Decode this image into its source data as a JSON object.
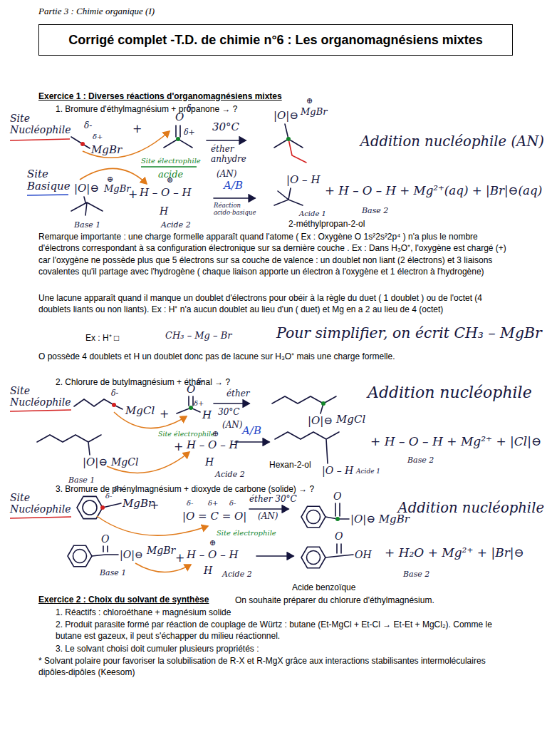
{
  "diagram": {
    "title": "Corrigé complet -T.D. de chimie n°6 : Les organomagnésiens mixtes",
    "labels": [
      "Partie 3 : Chimie organique (I)",
      "Exercice 1 : Diverses réactions d'organomagnésiens mixtes",
      "1.   Bromure d'éthylmagnésium + propanone → ?",
      "Site Nucléophile",
      "δ-",
      "MgBr",
      "δ+",
      "+",
      "O",
      "δ-",
      "δ+",
      "Site électrophile",
      "30°C",
      "éther anhydre",
      "(AN)",
      "|O|⊖",
      "MgBr",
      "⊕",
      "Addition nucléophile (AN)",
      "Site Basique",
      "|O|⊖",
      "MgBr",
      "⊕",
      "Base 1",
      "+",
      "acide",
      "H – O – H",
      "⊕",
      "H",
      "Acide 2",
      "A/B",
      "Réaction acido-basique",
      "|O – H",
      "Acide 1",
      "2-méthylpropan-2-ol",
      "+ H – O – H + Mg²⁺(aq) + |Br|⊖(aq)",
      "Base 2",
      "Remarque importante : une charge formelle apparaît quand l'atome ( Ex : Oxygène O  1s²2s²2p⁴ ) n'a plus le nombre d'électrons correspondant à sa configuration électronique sur sa dernière couche . Ex : Dans H₃O⁺, l'oxygène est chargé (+) car l'oxygène ne possède plus que 5 électrons sur sa couche de valence : un doublet non liant (2 électrons) et 3 liaisons covalentes qu'il partage avec l'hydrogène ( chaque liaison apporte un électron à l'oxygène et 1 électron à l'hydrogène)",
      "Une lacune apparaît quand il manque un doublet d'électrons pour obéir à la règle du duet ( 1 doublet ) ou de l'octet (4 doublets liants ou non liants). Ex : H⁺ n'a aucun doublet au lieu d'un ( duet) et Mg en a 2 au lieu de 4 (octet)",
      "Ex : H⁺ □",
      "CH₃ – Mg – Br",
      "Pour simplifier, on écrit CH₃ – MgBr",
      "O possède 4 doublets et H un doublet donc pas de lacune sur H₃O⁺ mais une charge formelle.",
      "2.   Chlorure de butylmagnésium + éthanal → ?",
      "Site Nucléophile",
      "δ-",
      "MgCl",
      "+",
      "O",
      "δ-",
      "δ+",
      "H",
      "Site électrophile",
      "éther",
      "30°C",
      "(AN)",
      "|O|⊖",
      "MgCl",
      "Addition nucléophile",
      "|O|⊖",
      "MgCl",
      "Base 1",
      "+",
      "H – O – H",
      "⊕",
      "H",
      "Acide 2",
      "A/B",
      "|O – H",
      "Acide 1",
      "Hexan-2-ol",
      "+ H – O – H + Mg²⁺ + |Cl|⊖",
      "Base 2",
      "3.   Bromure de phénylmagnésium + dioxyde de carbone (solide) → ?",
      "Site Nucléophile",
      "MgBr",
      "δ-",
      "δ+",
      "+",
      "|O = C = O|",
      "δ-",
      "δ+",
      "δ-",
      "Site électrophile",
      "éther 30°C",
      "(AN)",
      "O",
      "|O|⊖ MgBr",
      "Addition nucléophile",
      "O",
      "|O|⊖",
      "MgBr",
      "Base 1",
      "+",
      "H – O – H",
      "⊕",
      "H",
      "Acide 2",
      "O",
      "OH",
      "+ H₂O + Mg²⁺ + |Br|⊖",
      "Base 2",
      "Acide benzoïque",
      "Exercice 2 : Choix du solvant de synthèse",
      "On souhaite préparer du chlorure d'éthylmagnésium.",
      "1.   Réactifs : chloroéthane + magnésium solide",
      "2.   Produit parasite formé par réaction de couplage de Würtz : butane (Et-MgCl + Et-Cl → Et-Et + MgCl₂). Comme le butane est gazeux, il peut s'échapper du milieu réactionnel.",
      "3.   Le solvant choisi doit cumuler plusieurs propriétés :",
      "* Solvant polaire pour favoriser la solubilisation de R-X et R-MgX grâce aux interactions stabilisantes intermoléculaires dipôles-dipôles (Keesom)"
    ]
  }
}
